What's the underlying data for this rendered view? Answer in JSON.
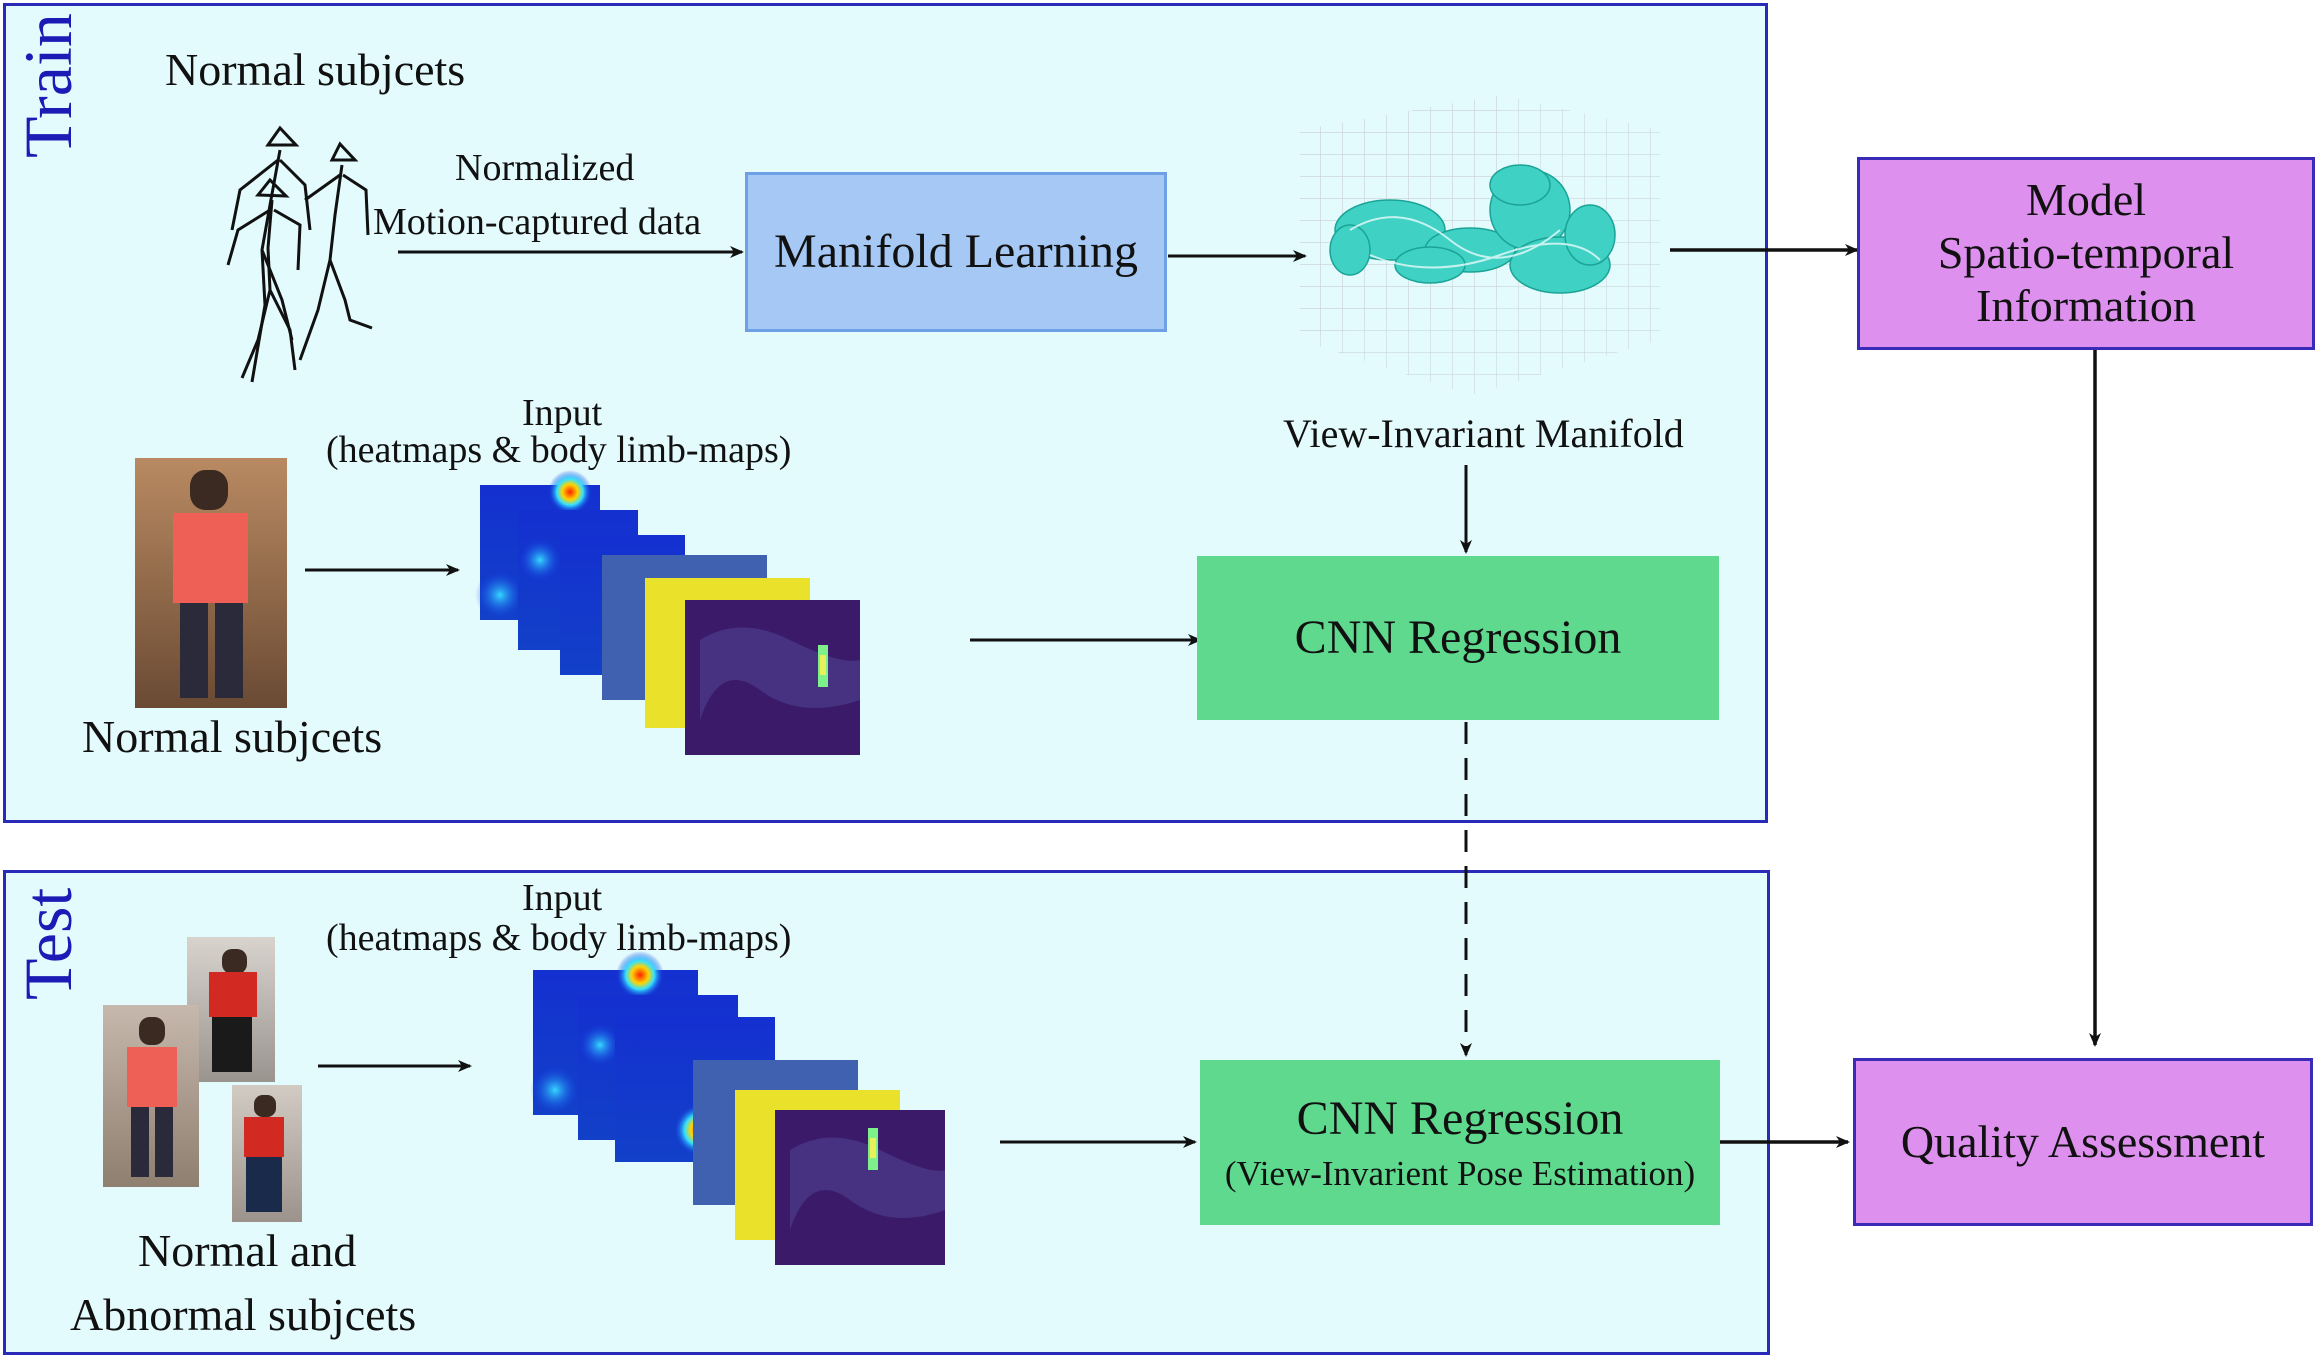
{
  "train": {
    "label": "Train",
    "normal_subjects_top": "Normal subjcets",
    "arrow_label_line1": "Normalized",
    "arrow_label_line2": "Motion-captured data",
    "manifold_learning": "Manifold Learning",
    "input_title": "Input",
    "input_subtitle": "(heatmaps & body limb-maps)",
    "view_invariant_manifold": "View-Invariant Manifold",
    "cnn_regression": "CNN Regression",
    "normal_subjects_bottom": "Normal subjcets"
  },
  "test": {
    "label": "Test",
    "input_title": "Input",
    "input_subtitle": "(heatmaps & body limb-maps)",
    "subjects_line1": "Normal and",
    "subjects_line2": "Abnormal subjcets",
    "cnn_regression_title": "CNN Regression",
    "cnn_regression_sub": "(View-Invarient Pose Estimation)"
  },
  "model_box": {
    "line1": "Model",
    "line2": "Spatio-temporal",
    "line3": "Information"
  },
  "quality_assessment": "Quality Assessment",
  "colors": {
    "panel_bg": "#e4fbfd",
    "panel_border": "#2a2ab8",
    "label_blue": "#1b1bb5",
    "manifold_box": "#a6c8f5",
    "cnn_box": "#5fd98e",
    "purple_box": "#dd90ee",
    "manifold_cloud": "#3fd1c4"
  }
}
